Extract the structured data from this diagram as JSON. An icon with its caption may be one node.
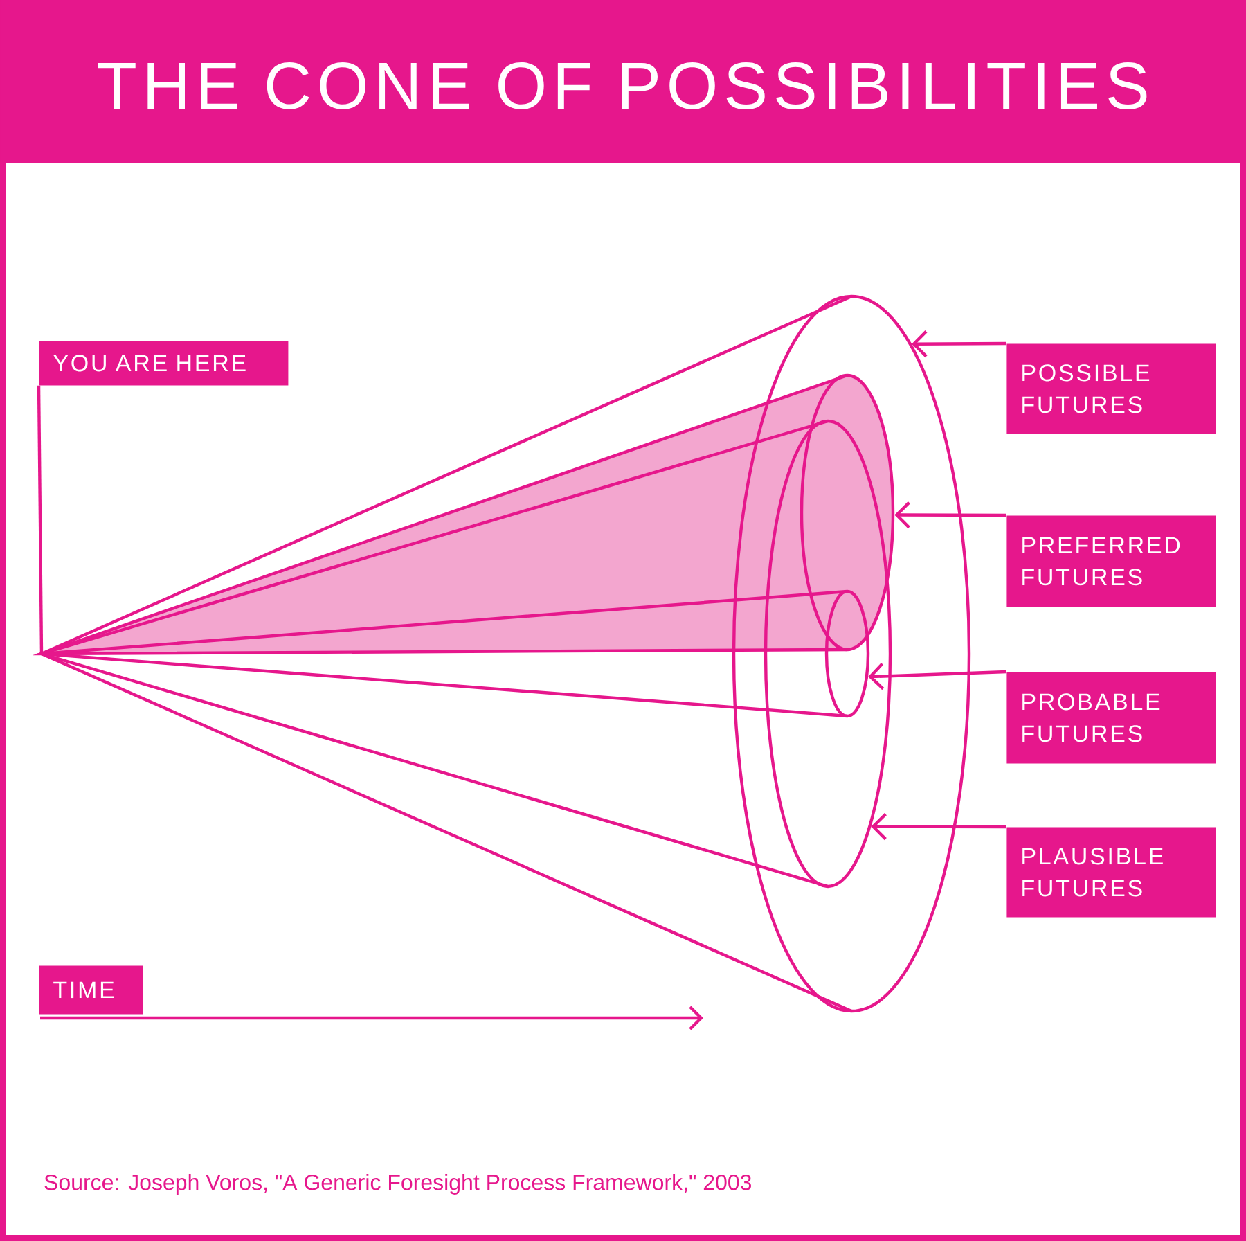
{
  "diagram": {
    "title": "THE CONE OF POSSIBILITIES",
    "nodes": [
      {
        "text": [
          "YOU ARE HERE"
        ]
      },
      {
        "text": [
          "POSSIBLE FUTURES"
        ]
      },
      {
        "text": [
          "PREFERRED FUTURES"
        ]
      },
      {
        "text": [
          "PROBABLE FUTURES"
        ]
      },
      {
        "text": [
          "PLAUSIBLE FUTURES"
        ]
      },
      {
        "text": [
          "TIME"
        ]
      },
      {
        "text": [],
        "shape": "ellipse"
      },
      {
        "text": [],
        "shape": "ellipse",
        "in": 6
      },
      {
        "text": [],
        "shape": "ellipse",
        "in": 6
      },
      {
        "text": [],
        "shape": "ellipse",
        "in": 8
      }
    ],
    "edges": [
      {
        "from": 0,
        "to": null,
        "arrow": "none"
      },
      {
        "from": 1,
        "to": 6,
        "arrow": "to"
      },
      {
        "from": 2,
        "to": 7,
        "arrow": "to"
      },
      {
        "from": 3,
        "to": 9,
        "arrow": "to"
      },
      {
        "from": 4,
        "to": 8,
        "arrow": "to"
      }
    ],
    "labels": [
      "Source: Joseph Voros, \"A Generic Foresight Process Framework,\" 2003"
    ]
  }
}
